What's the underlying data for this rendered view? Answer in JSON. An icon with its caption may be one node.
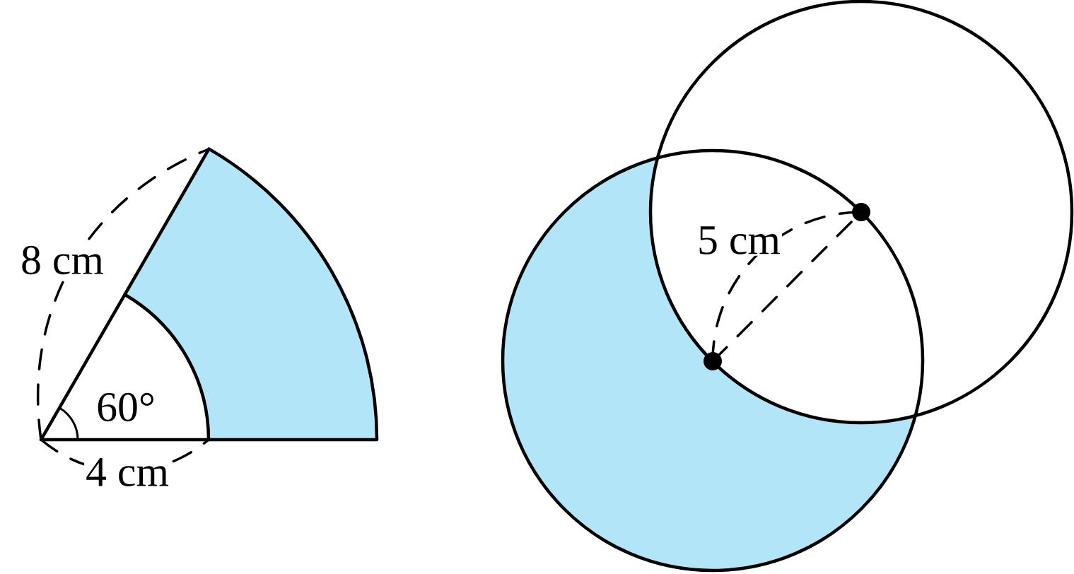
{
  "diagram": {
    "labels": [
      "8 cm",
      "60°",
      "4 cm",
      "5 cm"
    ]
  }
}
